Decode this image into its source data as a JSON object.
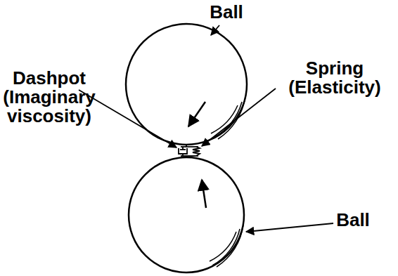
{
  "diagram": {
    "labels": [
      "Ball",
      "Dashpot (Imaginary viscosity)",
      "Spring (Elasticity)",
      "Ball"
    ]
  }
}
